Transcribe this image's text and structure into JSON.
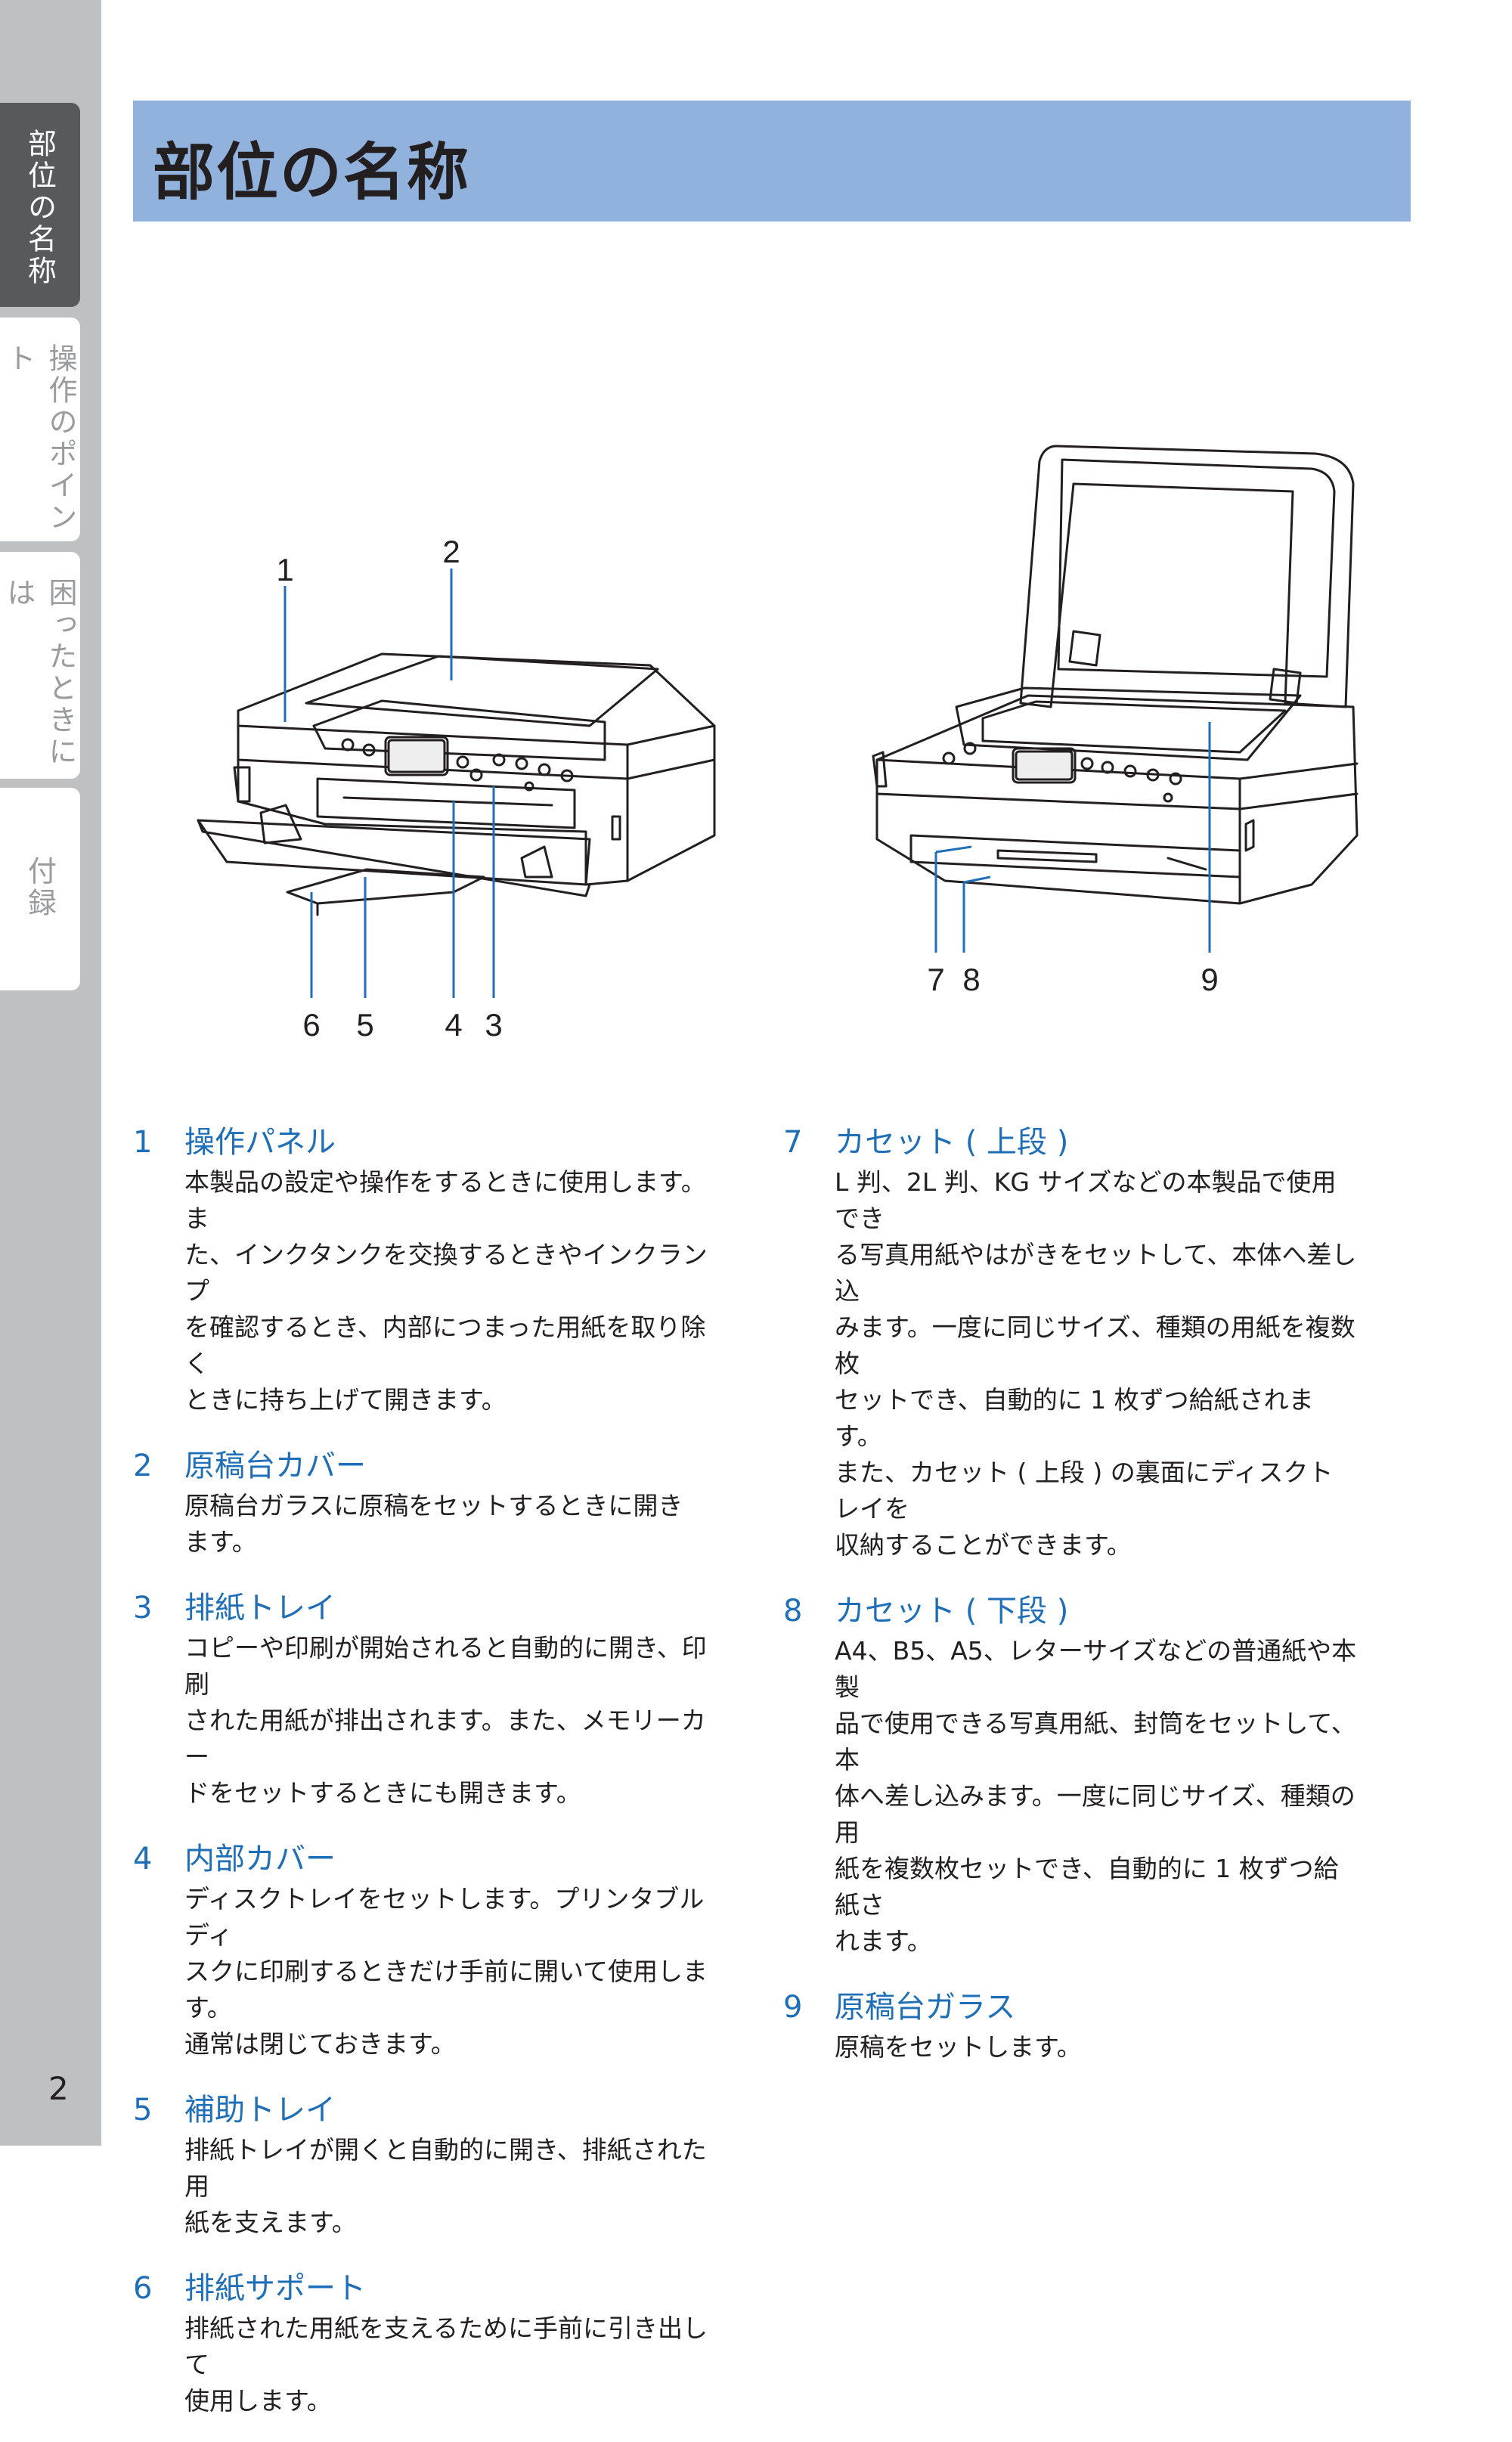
{
  "page": {
    "title": "部位の名称",
    "page_number": "2"
  },
  "side_tabs": [
    {
      "label": "部位の名称",
      "active": true
    },
    {
      "label": "操作のポイント",
      "active": false
    },
    {
      "label": "困ったときには",
      "active": false
    },
    {
      "label": "付録",
      "active": false
    }
  ],
  "callouts": [
    "1",
    "2",
    "3",
    "4",
    "5",
    "6",
    "7",
    "8",
    "9"
  ],
  "parts": [
    {
      "num": "1",
      "title": "操作パネル",
      "desc": "本製品の設定や操作をするときに使用します。ま\nた、インクタンクを交換するときやインクランプ\nを確認するとき、内部につまった用紙を取り除く\nときに持ち上げて開きます。"
    },
    {
      "num": "2",
      "title": "原稿台カバー",
      "desc": "原稿台ガラスに原稿をセットするときに開きます。"
    },
    {
      "num": "3",
      "title": "排紙トレイ",
      "desc": "コピーや印刷が開始されると自動的に開き、印刷\nされた用紙が排出されます。また、メモリーカー\nドをセットするときにも開きます。"
    },
    {
      "num": "4",
      "title": "内部カバー",
      "desc": "ディスクトレイをセットします。プリンタブルディ\nスクに印刷するときだけ手前に開いて使用します。\n通常は閉じておきます。"
    },
    {
      "num": "5",
      "title": "補助トレイ",
      "desc": "排紙トレイが開くと自動的に開き、排紙された用\n紙を支えます。"
    },
    {
      "num": "6",
      "title": "排紙サポート",
      "desc": "排紙された用紙を支えるために手前に引き出して\n使用します。"
    },
    {
      "num": "7",
      "title": "カセット ( 上段 )",
      "desc": "L 判、2L 判、KG サイズなどの本製品で使用でき\nる写真用紙やはがきをセットして、本体へ差し込\nみます。一度に同じサイズ、種類の用紙を複数枚\nセットでき、自動的に 1 枚ずつ給紙されます。\nまた、カセット ( 上段 ) の裏面にディスクトレイを\n収納することができます。"
    },
    {
      "num": "8",
      "title": "カセット ( 下段 )",
      "desc": "A4、B5、A5、レターサイズなどの普通紙や本製\n品で使用できる写真用紙、封筒をセットして、本\n体へ差し込みます。一度に同じサイズ、種類の用\n紙を複数枚セットでき、自動的に 1 枚ずつ給紙さ\nれます。"
    },
    {
      "num": "9",
      "title": "原稿台ガラス",
      "desc": "原稿をセットします。"
    }
  ],
  "colors": {
    "rail": "#bfc0c2",
    "active_tab": "#58595b",
    "banner": "#91b2dd",
    "heading_blue": "#1f6fb8",
    "callout_line": "#1f6fb8"
  }
}
